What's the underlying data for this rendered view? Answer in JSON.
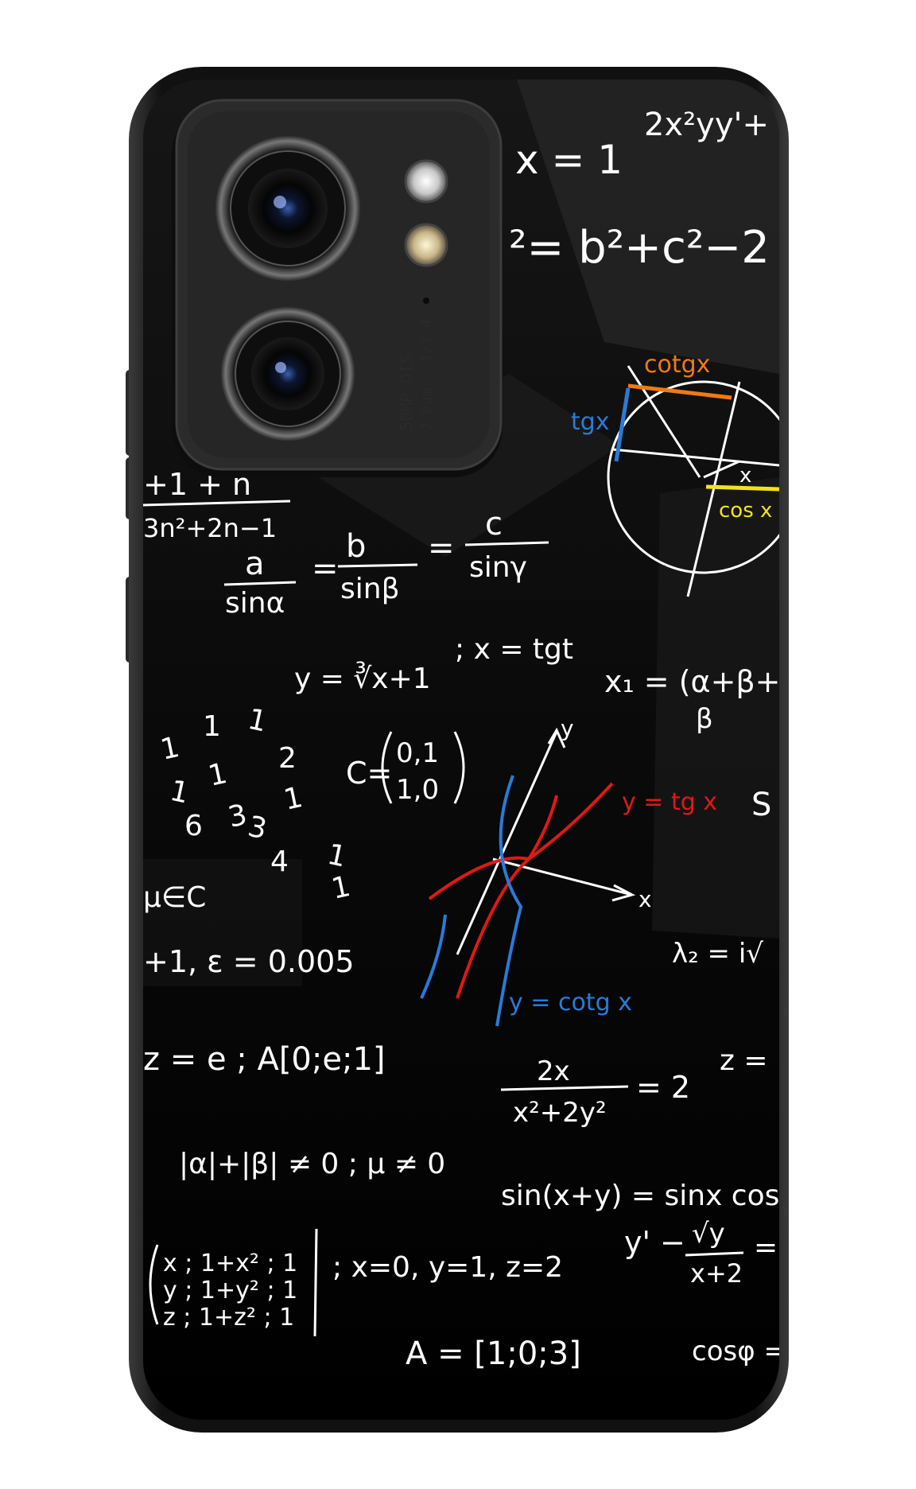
{
  "camera": {
    "label_line1": "50MP OIS",
    "label_line2": "2.0μm · f/1.4"
  },
  "equations": {
    "e1": "2x²yy'+",
    "e2": "x = 1",
    "e3": "²= b²+c²−2",
    "e4": "cotgx",
    "e5": "tgx",
    "e6": "cos x",
    "e7": "x",
    "e8": "+1 + n",
    "e9": "3n²+2n−1",
    "e10_num": "a",
    "e10_den": "sinα",
    "e11_num": "b",
    "e11_den": "sinβ",
    "e12_num": "c",
    "e12_den": "sinγ",
    "e13": "y = ∛x+1",
    "e14": "; x = tgt",
    "e15": "x₁ = (α+β+",
    "e16": "β",
    "e17": "C = (0,1 / 1,0)",
    "e18": "y = tg x",
    "e19": "y = cotg x",
    "e20": "x",
    "e21": "y",
    "e22": "μ∈C",
    "e23": "+1, ε = 0.005",
    "e24": "λ₂ = i√",
    "e25": "z = e ; A[0;e;1]",
    "e26_num": "2x",
    "e26_den": "x²+2y²",
    "e26_rhs": "= 2",
    "e27": "z =",
    "e28": "|α|+|β| ≠ 0 ; μ ≠ 0",
    "e29": "sin(x+y) = sinx cos",
    "e30_num": "√y",
    "e30_lhs": "y' −",
    "e30_den": "x+2",
    "e31a": "x ; 1+x² ; 1",
    "e31b": "y ; 1+y² ; 1",
    "e31c": "z ; 1+z² ; 1",
    "e32": "; x=0, y=1, z=2",
    "e33": "A = [1;0;3]",
    "e34": "cosφ =",
    "e35": "S"
  },
  "number_cloud": [
    "1",
    "1",
    "1",
    "1",
    "2",
    "1",
    "3",
    "6",
    "3",
    "1",
    "4",
    "1",
    "1"
  ],
  "colors": {
    "case_edge": "#1c1c1c",
    "board": "#050505",
    "chalk": "#ffffff",
    "red": "#e01818",
    "blue": "#2a7bd8",
    "orange": "#f07a10",
    "yellow": "#f4e21a",
    "camera_module": "#2b2b2b"
  }
}
